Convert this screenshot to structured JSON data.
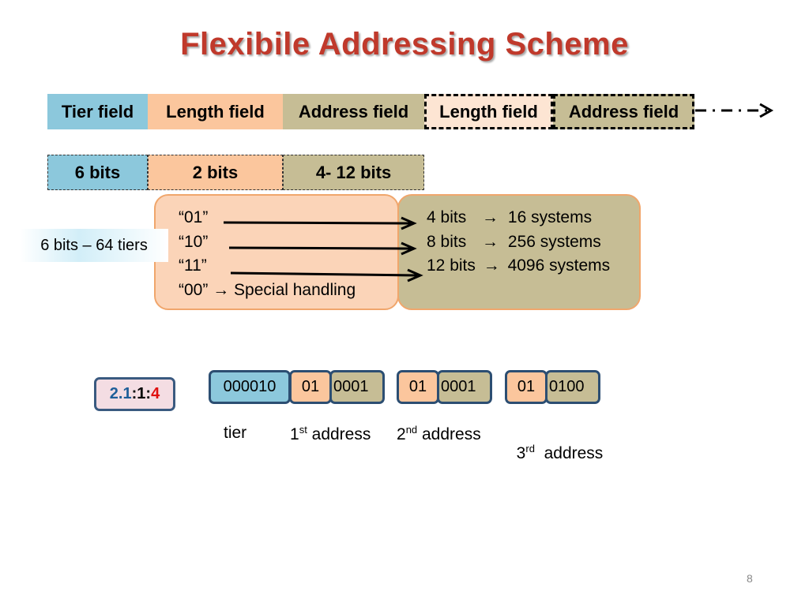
{
  "title": "Flexibile Addressing Scheme",
  "fields": [
    "Tier field",
    "Length field",
    "Address field",
    "Length field",
    "Address field"
  ],
  "bits": [
    "6 bits",
    "2 bits",
    "4- 12 bits"
  ],
  "tier_note": "6 bits – 64 tiers",
  "codes": [
    "“01”",
    "“10”",
    "“11”",
    "“00”"
  ],
  "special": "Special handling",
  "mappings": [
    {
      "bits": "4 bits",
      "systems": "16 systems"
    },
    {
      "bits": "8 bits",
      "systems": "256 systems"
    },
    {
      "bits": "12 bits",
      "systems": "4096 systems"
    }
  ],
  "example": {
    "part1": "2.1",
    "sep1": ":",
    "part2": "1",
    "sep2": ":",
    "part3": "4"
  },
  "encoding": {
    "tier": "000010",
    "groups": [
      {
        "len": "01",
        "addr": "0001"
      },
      {
        "len": "01",
        "addr": "0001"
      },
      {
        "len": "01",
        "addr": "0100"
      }
    ]
  },
  "captions": {
    "tier": "tier",
    "first": {
      "num": "1",
      "sup": "st",
      "text": " address"
    },
    "second": {
      "num": "2",
      "sup": "nd",
      "text": " address"
    },
    "third": {
      "num": "3",
      "sup": "rd",
      "text": "  address"
    }
  },
  "page_number": "8",
  "colors": {
    "tier": "#8cc8dc",
    "length": "#fbc69d",
    "address": "#c6bd95",
    "title": "#c0392b"
  }
}
